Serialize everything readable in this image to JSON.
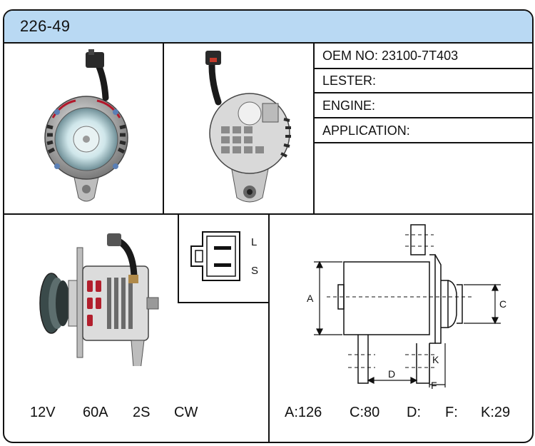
{
  "header": {
    "part_number": "226-49"
  },
  "info": {
    "oem_no": "OEM NO: 23100-7T403",
    "lester": "LESTER:",
    "engine": "ENGINE:",
    "application": "APPLICATION:"
  },
  "connector": {
    "terminal_top": "L",
    "terminal_bottom": "S"
  },
  "specs": {
    "voltage": "12V",
    "amperage": "60A",
    "pulley": "2S",
    "rotation": "CW"
  },
  "dimensions": {
    "a": "A:126",
    "c": "C:80",
    "d": "D:",
    "f": "F:",
    "k": "K:29",
    "drawing_labels": {
      "a": "A",
      "c": "C",
      "d": "D",
      "f": "F",
      "k": "K"
    }
  },
  "colors": {
    "header_bg": "#b9d9f3",
    "border": "#111111"
  },
  "icons": [
    "alternator-front-photo",
    "alternator-rear-photo",
    "alternator-side-photo",
    "connector-diagram",
    "dimension-drawing"
  ]
}
